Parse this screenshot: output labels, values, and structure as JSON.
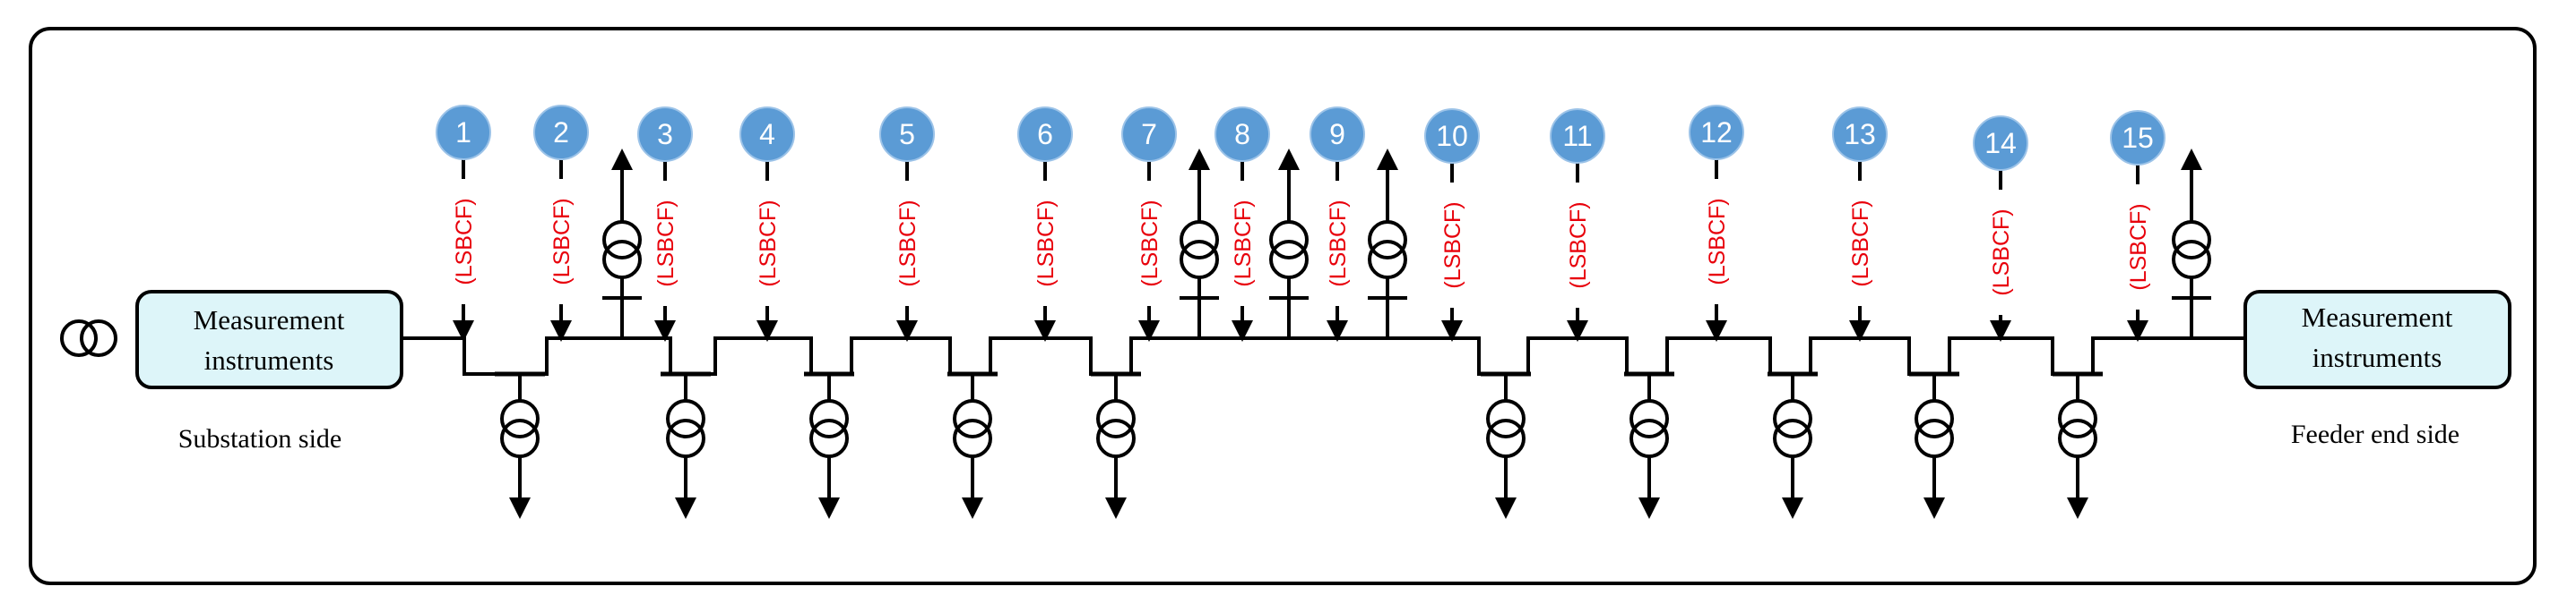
{
  "measurement_left": {
    "line1": "Measurement",
    "line2": "instruments"
  },
  "measurement_right": {
    "line1": "Measurement",
    "line2": "instruments"
  },
  "substation_label": "Substation side",
  "feeder_label": "Feeder end side",
  "device_label": "(LSBCF)",
  "nodes": [
    "1",
    "2",
    "3",
    "4",
    "5",
    "6",
    "7",
    "8",
    "9",
    "10",
    "11",
    "12",
    "13",
    "14",
    "15"
  ],
  "colors": {
    "node_fill": "#5b9bd5",
    "box_fill": "#ddf5f9",
    "device_text": "#e8000b",
    "line": "#000000"
  }
}
